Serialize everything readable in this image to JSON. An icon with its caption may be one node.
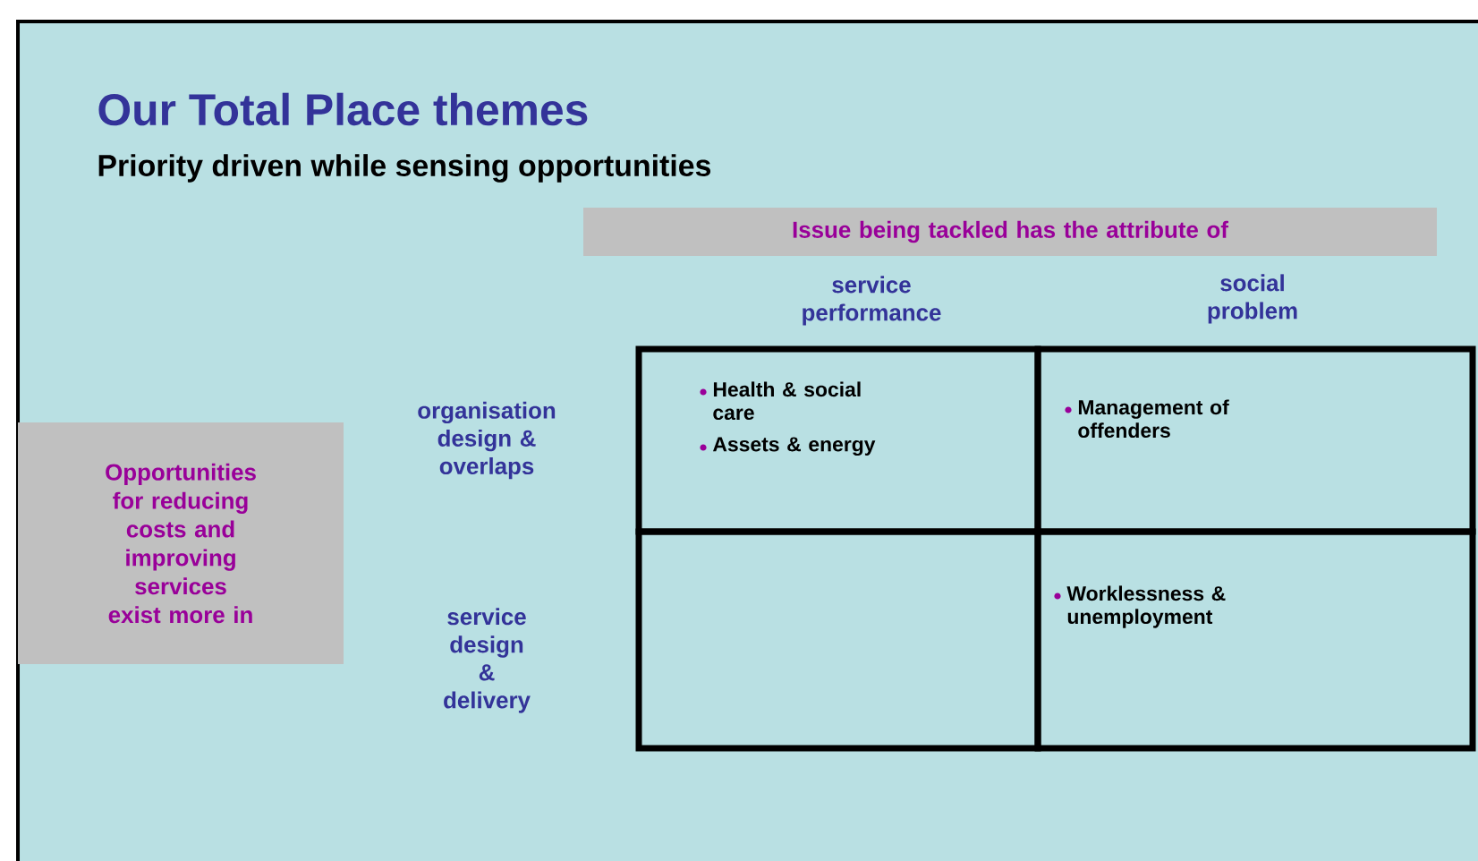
{
  "diagram": {
    "title": "Our Total Place themes",
    "nodes": [
      {
        "text": [
          "Issue being tackled has the attribute of"
        ]
      },
      {
        "text": [
          "Opportunities for reducing costs and improving services exist more in"
        ]
      },
      {
        "text": [
          "Health & social care",
          "Assets & energy"
        ]
      },
      {
        "text": [
          "Management of offenders"
        ]
      },
      {
        "text": [],
        "shape": "box"
      },
      {
        "text": [
          "Worklessness & unemployment"
        ]
      }
    ],
    "edges": [],
    "labels": [
      "Priority driven while sensing opportunities",
      "service performance",
      "social problem",
      "organisation design & overlaps",
      "service design & delivery"
    ]
  }
}
